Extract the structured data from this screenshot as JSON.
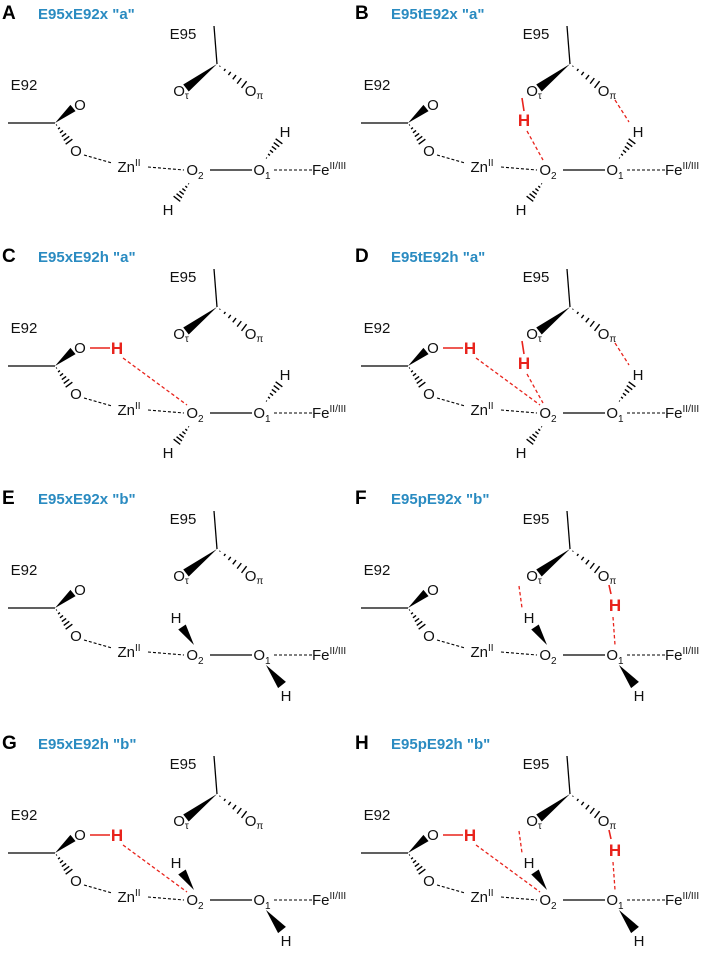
{
  "panels": [
    {
      "letter": "A",
      "title": "E95xE92x \"a\"",
      "shape": "a",
      "e92h": false,
      "e95": "none"
    },
    {
      "letter": "B",
      "title": "E95tE92x \"a\"",
      "shape": "a",
      "e92h": false,
      "e95": "t"
    },
    {
      "letter": "C",
      "title": "E95xE92h \"a\"",
      "shape": "a",
      "e92h": true,
      "e95": "none"
    },
    {
      "letter": "D",
      "title": "E95tE92h \"a\"",
      "shape": "a",
      "e92h": true,
      "e95": "t"
    },
    {
      "letter": "E",
      "title": "E95xE92x \"b\"",
      "shape": "b",
      "e92h": false,
      "e95": "none"
    },
    {
      "letter": "F",
      "title": "E95pE92x \"b\"",
      "shape": "b",
      "e92h": false,
      "e95": "p"
    },
    {
      "letter": "G",
      "title": "E95xE92h \"b\"",
      "shape": "b",
      "e92h": true,
      "e95": "none"
    },
    {
      "letter": "H",
      "title": "E95pE92h \"b\"",
      "shape": "b",
      "e92h": true,
      "e95": "p"
    }
  ],
  "labels": {
    "e95": "E95",
    "e92": "E92",
    "o": "O",
    "h": "H",
    "o_tau_sub": "τ",
    "o_pi_sub": "π",
    "zn": "Zn",
    "zn_sup": "II",
    "o2_sub": "2",
    "o1_sub": "1",
    "fe": "Fe",
    "fe_sup": "II/III"
  },
  "colors": {
    "title": "#2a8bc1",
    "highlight": "#e8231c",
    "ink": "#000000"
  }
}
